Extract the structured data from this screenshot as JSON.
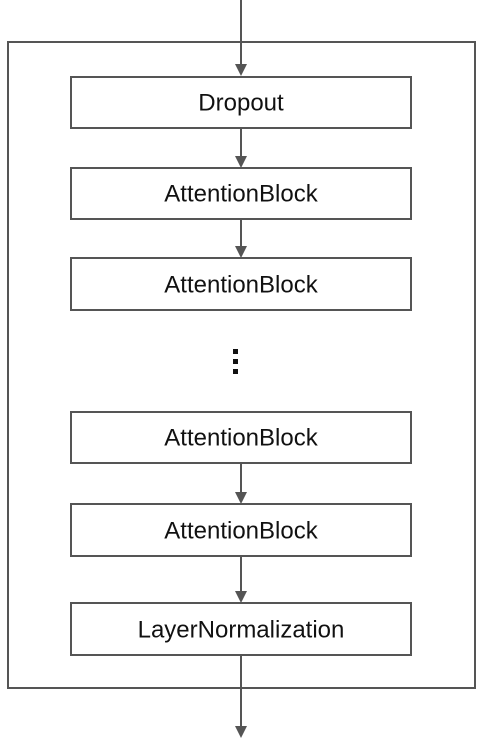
{
  "diagram": {
    "layers": [
      {
        "label": "Dropout"
      },
      {
        "label": "AttentionBlock"
      },
      {
        "label": "AttentionBlock"
      },
      {
        "label": "AttentionBlock"
      },
      {
        "label": "AttentionBlock"
      },
      {
        "label": "LayerNormalization"
      }
    ]
  }
}
